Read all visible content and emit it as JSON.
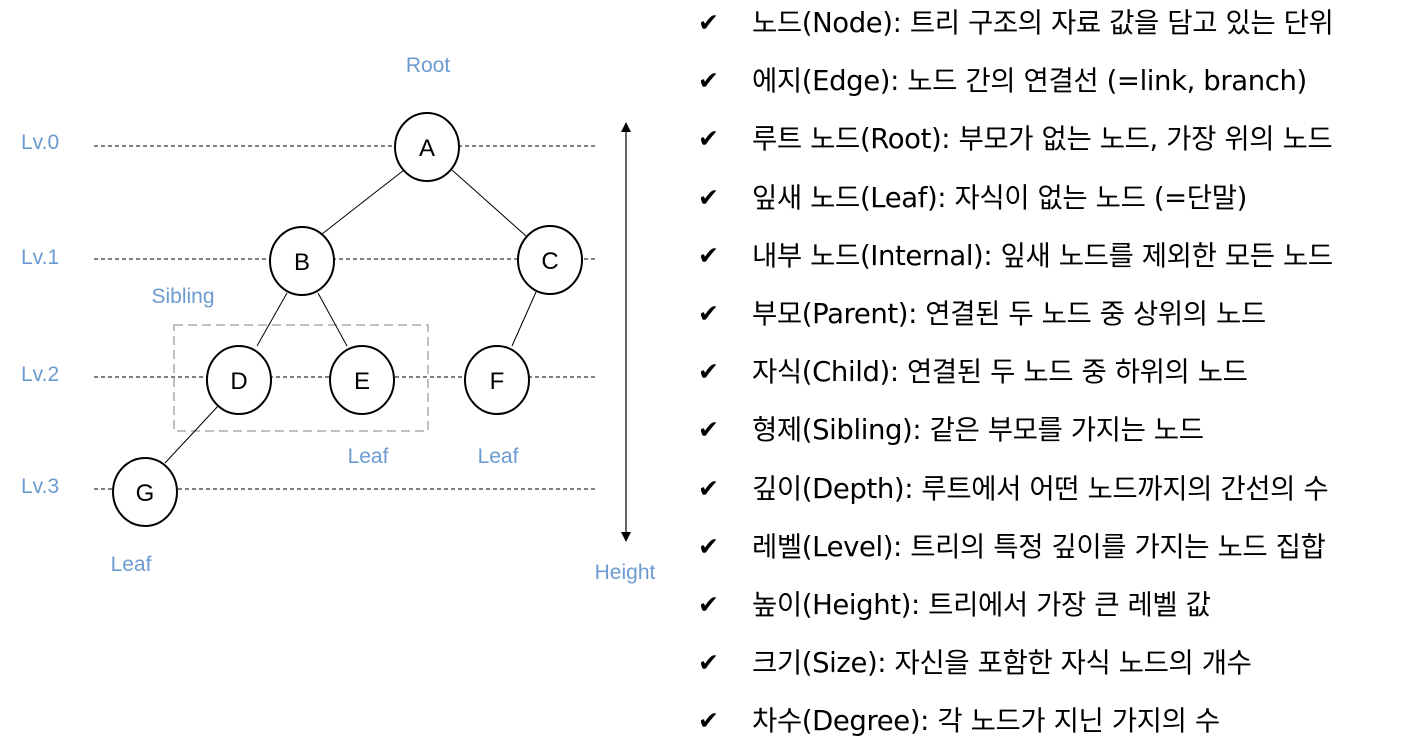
{
  "diagram": {
    "root_label": "Root",
    "height_label": "Height",
    "sibling_label": "Sibling",
    "level_labels": [
      "Lv.0",
      "Lv.1",
      "Lv.2",
      "Lv.3"
    ],
    "leaf_labels": [
      "Leaf",
      "Leaf",
      "Leaf"
    ],
    "nodes": [
      "A",
      "B",
      "C",
      "D",
      "E",
      "F",
      "G"
    ],
    "colors": {
      "label": "#6b9bd1",
      "sibling_box": "#c0c0c0",
      "line": "#000000"
    }
  },
  "glossary": {
    "check_icon": "check-icon",
    "items": [
      "노드(Node): 트리 구조의 자료 값을 담고 있는 단위",
      "에지(Edge): 노드 간의 연결선 (=link, branch)",
      "루트 노드(Root): 부모가 없는 노드, 가장 위의 노드",
      "잎새 노드(Leaf): 자식이 없는 노드 (=단말)",
      "내부 노드(Internal): 잎새 노드를 제외한 모든 노드",
      "부모(Parent): 연결된 두 노드 중 상위의 노드",
      "자식(Child): 연결된 두 노드 중 하위의 노드",
      "형제(Sibling): 같은 부모를 가지는 노드",
      "깊이(Depth): 루트에서 어떤 노드까지의 간선의 수",
      "레벨(Level): 트리의 특정 깊이를 가지는 노드 집합",
      "높이(Height): 트리에서 가장 큰 레벨 값",
      "크기(Size): 자신을 포함한 자식 노드의 개수",
      "차수(Degree): 각 노드가 지닌 가지의 수"
    ]
  }
}
